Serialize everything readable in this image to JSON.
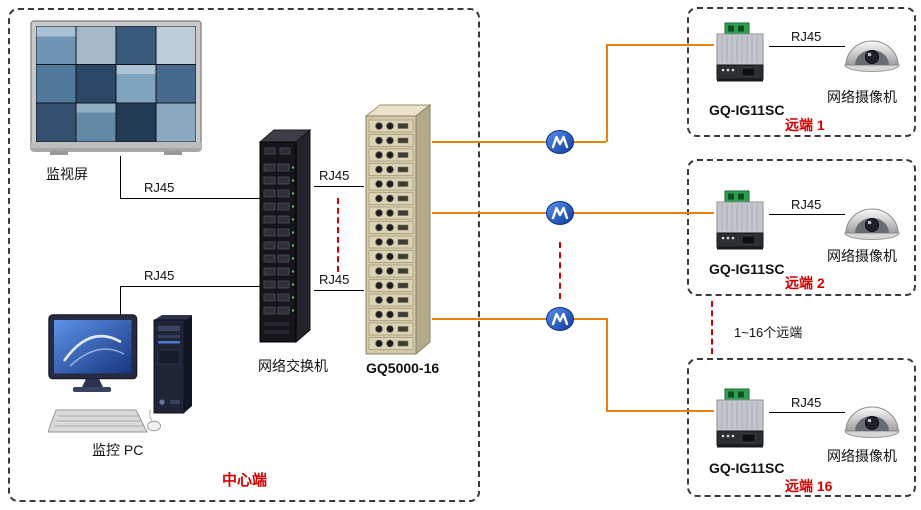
{
  "diagram": {
    "center": {
      "title": "中心端",
      "monitor_label": "监视屏",
      "switch_label": "网络交换机",
      "chassis_label": "GQ5000-16",
      "pc_label": "监控 PC",
      "rj45_monitor": "RJ45",
      "rj45_pc": "RJ45",
      "rj45_switch_top": "RJ45",
      "rj45_switch_bottom": "RJ45"
    },
    "remotes": [
      {
        "title": "远端 1",
        "converter_label": "GQ-IG11SC",
        "rj45": "RJ45",
        "camera_label": "网络摄像机"
      },
      {
        "title": "远端 2",
        "converter_label": "GQ-IG11SC",
        "rj45": "RJ45",
        "camera_label": "网络摄像机"
      },
      {
        "title": "远端 16",
        "converter_label": "GQ-IG11SC",
        "rj45": "RJ45",
        "camera_label": "网络摄像机"
      }
    ],
    "range_label": "1~16个远端",
    "icons": {
      "fiber_node": "blue-globe-logo"
    },
    "colors": {
      "fiber_line": "#e8820a",
      "accent_red": "#d40000"
    }
  }
}
